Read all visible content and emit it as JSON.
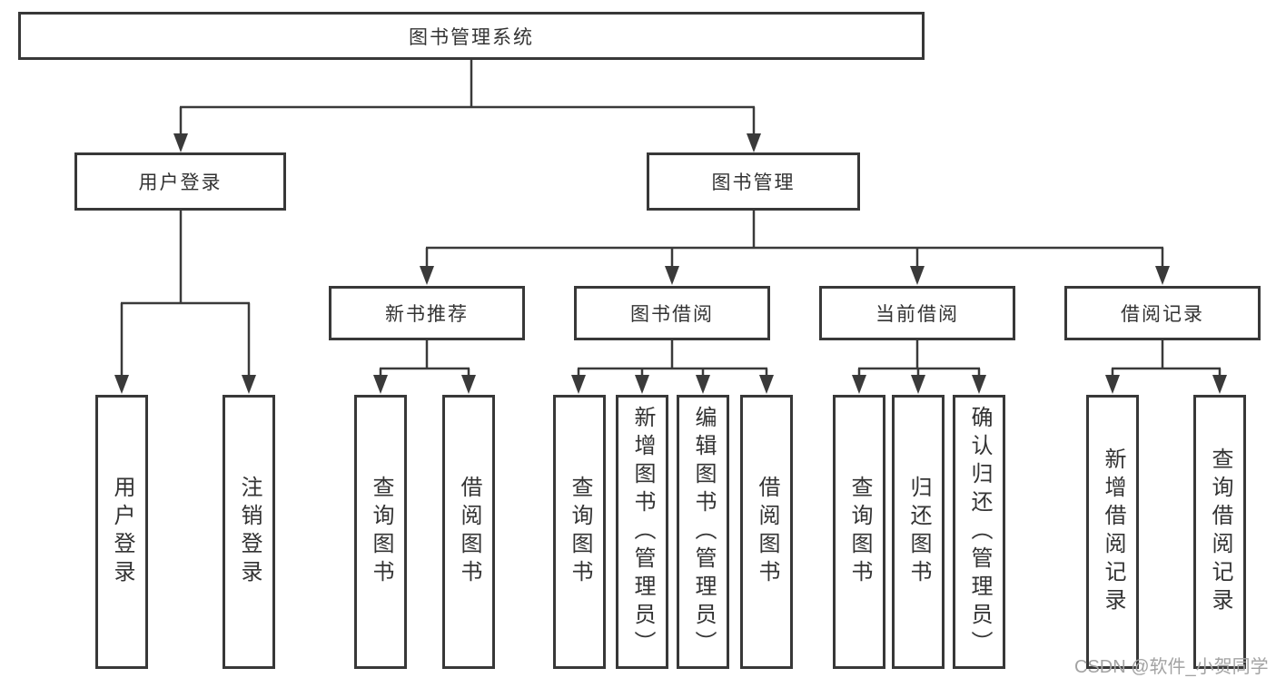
{
  "diagram": {
    "title": "图书管理系统",
    "children": [
      {
        "label": "用户登录",
        "children": [
          {
            "label": "用户登录"
          },
          {
            "label": "注销登录"
          }
        ]
      },
      {
        "label": "图书管理",
        "children": [
          {
            "label": "新书推荐",
            "children": [
              {
                "label": "查询图书"
              },
              {
                "label": "借阅图书"
              }
            ]
          },
          {
            "label": "图书借阅",
            "children": [
              {
                "label": "查询图书"
              },
              {
                "label": "新增图书（管理员）"
              },
              {
                "label": "编辑图书（管理员）"
              },
              {
                "label": "借阅图书"
              }
            ]
          },
          {
            "label": "当前借阅",
            "children": [
              {
                "label": "查询图书"
              },
              {
                "label": "归还图书"
              },
              {
                "label": "确认归还（管理员）"
              }
            ]
          },
          {
            "label": "借阅记录",
            "children": [
              {
                "label": "新增借阅记录"
              },
              {
                "label": "查询借阅记录"
              }
            ]
          }
        ]
      }
    ]
  },
  "watermark": "CSDN @软件_小贺同学",
  "colors": {
    "line": "#3a3a3a",
    "border": "#383838",
    "text": "#333333",
    "watermark": "#a3a3a3",
    "background": "#ffffff"
  }
}
